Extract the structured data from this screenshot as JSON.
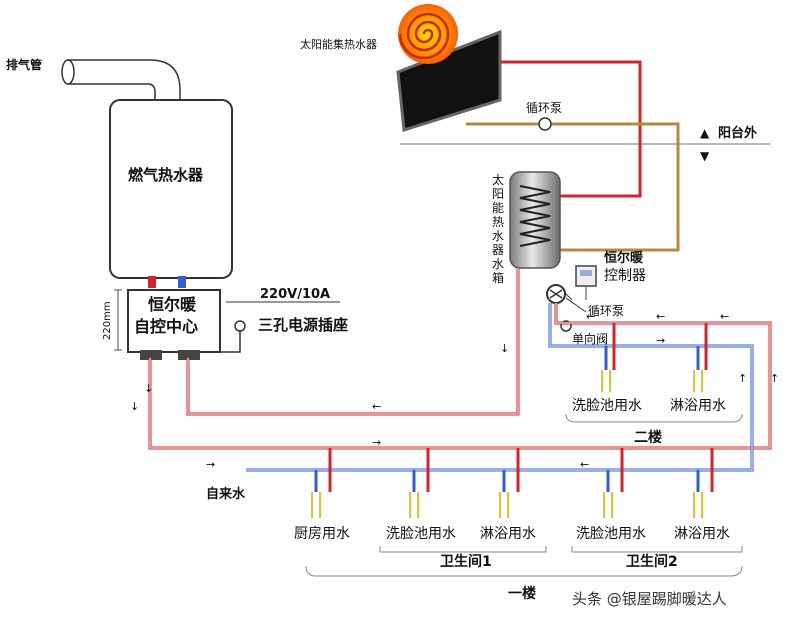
{
  "labels": {
    "exhaust": "排气管",
    "gas_heater": "燃气热水器",
    "solar_collector": "太阳能集热水器",
    "circ_pump_top": "循环泵",
    "balcony_outside": "阳台外",
    "tank_chars": [
      "太",
      "阳",
      "能",
      "热",
      "水",
      "器",
      "水",
      "箱"
    ],
    "controller_brand": "恒尔暖",
    "controller_label": "控制器",
    "circ_pump_right": "循环泵",
    "check_valve": "单向阀",
    "center_line1": "恒尔暖",
    "center_line2": "自控中心",
    "dim_220": "220mm",
    "power_spec": "220V/10A",
    "power_socket": "三孔电源插座",
    "tap_water": "自来水",
    "floor2": "二楼",
    "floor1": "一楼",
    "upstairs_basin": "洗脸池用水",
    "upstairs_shower": "淋浴用水",
    "kitchen": "厨房用水",
    "bath1_basin": "洗脸池用水",
    "bath1_shower": "淋浴用水",
    "bath2_basin": "洗脸池用水",
    "bath2_shower": "淋浴用水",
    "bathroom1": "卫生间1",
    "bathroom2": "卫生间2",
    "watermark": "头条 @银屋踢脚暖达人"
  },
  "colors": {
    "hot": "#d8232a",
    "cold": "#2f5fd6",
    "solar_loop": "#b58a3a",
    "yellow": "#e6c12a"
  }
}
